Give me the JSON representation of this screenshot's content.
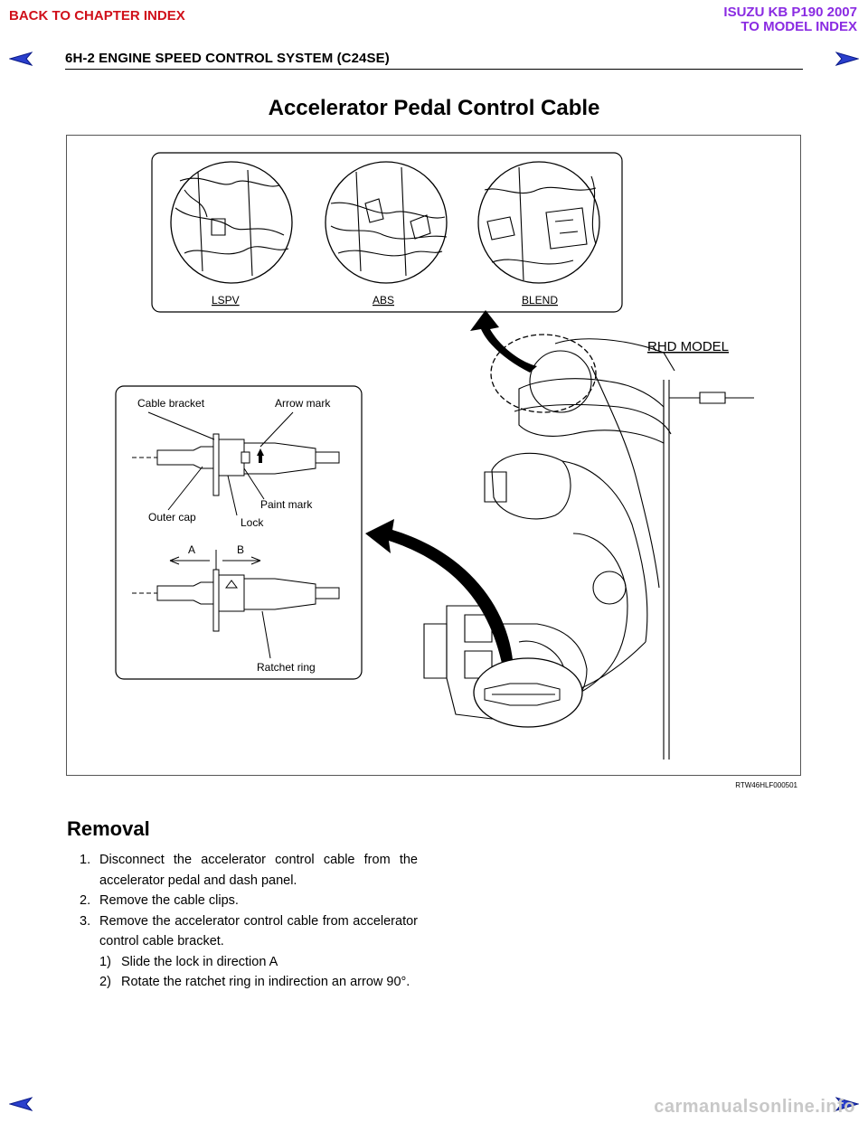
{
  "nav": {
    "back_to_chapter": "BACK TO CHAPTER INDEX",
    "model_line1": "ISUZU KB P190 2007",
    "model_line2": "TO MODEL INDEX",
    "arrow_color": "#2a3fcc"
  },
  "header": {
    "section": "6H-2  ENGINE SPEED CONTROL SYSTEM (C24SE)"
  },
  "title": "Accelerator Pedal Control Cable",
  "figure": {
    "code": "RTW46HLF000501",
    "top_labels": [
      "LSPV",
      "ABS",
      "BLEND"
    ],
    "model_label": "RHD MODEL",
    "detail_labels": {
      "cable_bracket": "Cable bracket",
      "arrow_mark": "Arrow mark",
      "paint_mark": "Paint mark",
      "outer_cap": "Outer cap",
      "lock": "Lock",
      "a": "A",
      "b": "B",
      "ratchet_ring": "Ratchet ring"
    }
  },
  "removal": {
    "title": "Removal",
    "steps": [
      {
        "num": "1.",
        "text": "Disconnect the accelerator control cable from the accelerator pedal and dash panel."
      },
      {
        "num": "2.",
        "text": "Remove the cable clips."
      },
      {
        "num": "3.",
        "text": "Remove the accelerator control cable from accelerator control cable bracket."
      }
    ],
    "substeps": [
      {
        "num": "1)",
        "text": "Slide the lock in direction A"
      },
      {
        "num": "2)",
        "text": "Rotate the ratchet ring in indirection an arrow 90°."
      }
    ]
  },
  "watermark": "carmanualsonline.info"
}
